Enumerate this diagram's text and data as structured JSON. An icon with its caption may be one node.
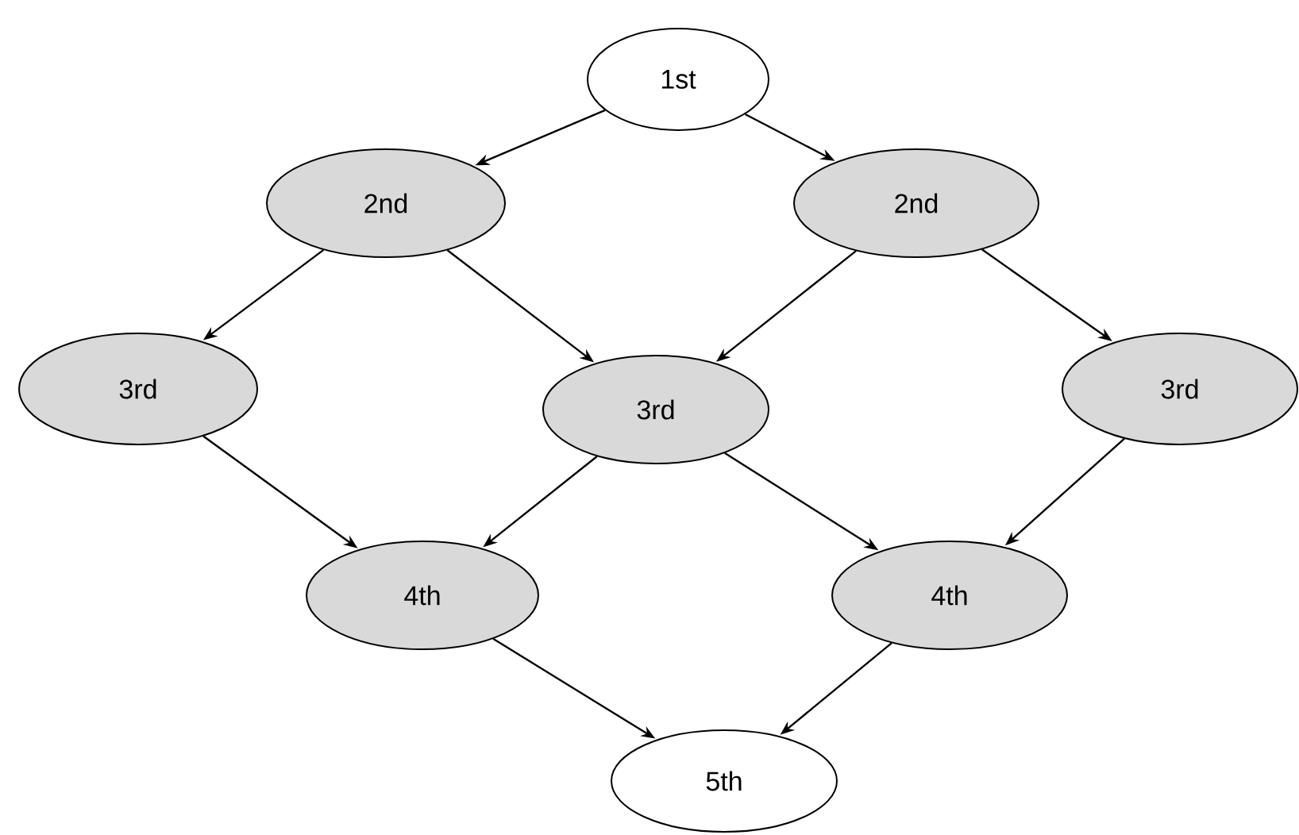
{
  "diagram": {
    "nodes": [
      {
        "text": [
          "1st"
        ]
      },
      {
        "text": [
          "2nd"
        ]
      },
      {
        "text": [
          "2nd"
        ]
      },
      {
        "text": [
          "3rd"
        ]
      },
      {
        "text": [
          "3rd"
        ]
      },
      {
        "text": [
          "3rd"
        ]
      },
      {
        "text": [
          "4th"
        ]
      },
      {
        "text": [
          "4th"
        ]
      },
      {
        "text": [
          "5th"
        ]
      }
    ],
    "edges": [
      {
        "from": 0,
        "to": 1,
        "arrow": "to"
      },
      {
        "from": 0,
        "to": 2,
        "arrow": "to"
      },
      {
        "from": 1,
        "to": 3,
        "arrow": "to"
      },
      {
        "from": 1,
        "to": 4,
        "arrow": "to"
      },
      {
        "from": 2,
        "to": 4,
        "arrow": "to"
      },
      {
        "from": 2,
        "to": 5,
        "arrow": "to"
      },
      {
        "from": 3,
        "to": 6,
        "arrow": "to"
      },
      {
        "from": 4,
        "to": 6,
        "arrow": "to"
      },
      {
        "from": 4,
        "to": 7,
        "arrow": "to"
      },
      {
        "from": 5,
        "to": 7,
        "arrow": "to"
      },
      {
        "from": 6,
        "to": 8,
        "arrow": "to"
      },
      {
        "from": 7,
        "to": 8,
        "arrow": "to"
      }
    ]
  }
}
